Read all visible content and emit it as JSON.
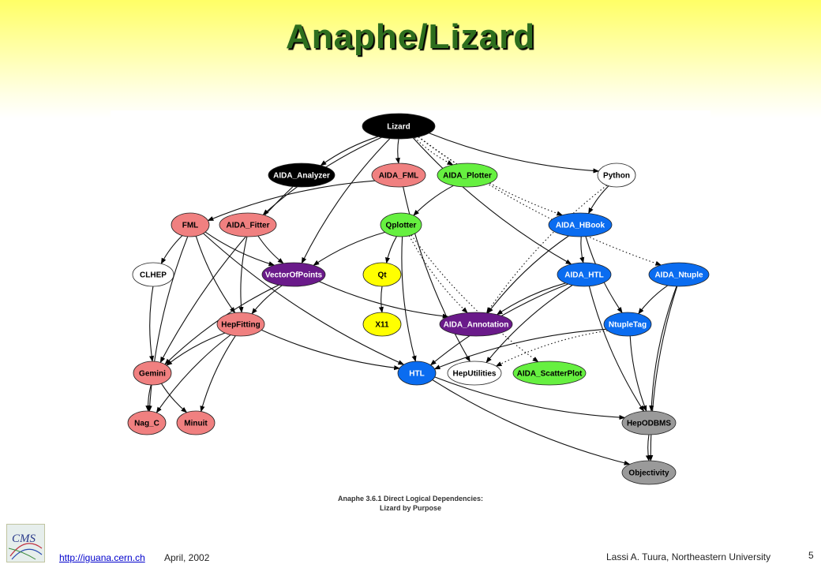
{
  "title": "Anaphe/Lizard",
  "caption": {
    "line1": "Anaphe 3.6.1 Direct Logical Dependencies:",
    "line2": "Lizard by Purpose"
  },
  "footer": {
    "url": "http://iguana.cern.ch",
    "date": "April, 2002",
    "author": "Lassi A. Tuura,  Northeastern University",
    "page": "5"
  },
  "logo_text": "CMS",
  "colors": {
    "black": "#000000",
    "red": "#f08080",
    "green": "#66f040",
    "yellow": "#ffff00",
    "blue": "#0a6cf0",
    "purple": "#6a1a8a",
    "gray": "#9a9a9a",
    "white": "#ffffff"
  },
  "nodes": [
    {
      "id": "lizard",
      "label": "Lizard",
      "color": "black"
    },
    {
      "id": "aida_analyzer",
      "label": "AIDA_Analyzer",
      "color": "black"
    },
    {
      "id": "aida_fml",
      "label": "AIDA_FML",
      "color": "red"
    },
    {
      "id": "aida_plotter",
      "label": "AIDA_Plotter",
      "color": "green"
    },
    {
      "id": "python",
      "label": "Python",
      "color": "white"
    },
    {
      "id": "fml",
      "label": "FML",
      "color": "red"
    },
    {
      "id": "aida_fitter",
      "label": "AIDA_Fitter",
      "color": "red"
    },
    {
      "id": "qplotter",
      "label": "Qplotter",
      "color": "green"
    },
    {
      "id": "aida_hbook",
      "label": "AIDA_HBook",
      "color": "blue"
    },
    {
      "id": "clhep",
      "label": "CLHEP",
      "color": "white"
    },
    {
      "id": "vectorofpoints",
      "label": "VectorOfPoints",
      "color": "purple"
    },
    {
      "id": "qt",
      "label": "Qt",
      "color": "yellow"
    },
    {
      "id": "aida_htl",
      "label": "AIDA_HTL",
      "color": "blue"
    },
    {
      "id": "aida_ntuple",
      "label": "AIDA_Ntuple",
      "color": "blue"
    },
    {
      "id": "hepfitting",
      "label": "HepFitting",
      "color": "red"
    },
    {
      "id": "x11",
      "label": "X11",
      "color": "yellow"
    },
    {
      "id": "aida_annotation",
      "label": "AIDA_Annotation",
      "color": "purple"
    },
    {
      "id": "ntupletag",
      "label": "NtupleTag",
      "color": "blue"
    },
    {
      "id": "gemini",
      "label": "Gemini",
      "color": "red"
    },
    {
      "id": "htl",
      "label": "HTL",
      "color": "blue"
    },
    {
      "id": "heputilities",
      "label": "HepUtilities",
      "color": "white"
    },
    {
      "id": "aida_scatterplot",
      "label": "AIDA_ScatterPlot",
      "color": "green"
    },
    {
      "id": "nag_c",
      "label": "Nag_C",
      "color": "red"
    },
    {
      "id": "minuit",
      "label": "Minuit",
      "color": "red"
    },
    {
      "id": "hepodbms",
      "label": "HepODBMS",
      "color": "gray"
    },
    {
      "id": "objectivity",
      "label": "Objectivity",
      "color": "gray"
    }
  ],
  "edges": [
    {
      "from": "lizard",
      "to": "aida_analyzer",
      "style": "solid"
    },
    {
      "from": "lizard",
      "to": "aida_fml",
      "style": "solid"
    },
    {
      "from": "lizard",
      "to": "aida_plotter",
      "style": "dotted"
    },
    {
      "from": "lizard",
      "to": "python",
      "style": "solid"
    },
    {
      "from": "lizard",
      "to": "aida_fitter",
      "style": "solid"
    },
    {
      "from": "lizard",
      "to": "vectorofpoints",
      "style": "solid"
    },
    {
      "from": "lizard",
      "to": "aida_hbook",
      "style": "dotted"
    },
    {
      "from": "lizard",
      "to": "aida_htl",
      "style": "solid"
    },
    {
      "from": "lizard",
      "to": "aida_ntuple",
      "style": "dotted"
    },
    {
      "from": "aida_fml",
      "to": "fml",
      "style": "solid"
    },
    {
      "from": "aida_fml",
      "to": "heputilities",
      "style": "solid"
    },
    {
      "from": "aida_plotter",
      "to": "qplotter",
      "style": "solid"
    },
    {
      "from": "python",
      "to": "aida_annotation",
      "style": "dotted"
    },
    {
      "from": "python",
      "to": "aida_hbook",
      "style": "solid"
    },
    {
      "from": "fml",
      "to": "clhep",
      "style": "solid"
    },
    {
      "from": "fml",
      "to": "vectorofpoints",
      "style": "solid"
    },
    {
      "from": "fml",
      "to": "hepfitting",
      "style": "solid"
    },
    {
      "from": "fml",
      "to": "nag_c",
      "style": "solid"
    },
    {
      "from": "fml",
      "to": "htl",
      "style": "solid"
    },
    {
      "from": "aida_fitter",
      "to": "vectorofpoints",
      "style": "solid"
    },
    {
      "from": "aida_fitter",
      "to": "hepfitting",
      "style": "solid"
    },
    {
      "from": "qplotter",
      "to": "vectorofpoints",
      "style": "solid"
    },
    {
      "from": "qplotter",
      "to": "qt",
      "style": "solid"
    },
    {
      "from": "qplotter",
      "to": "htl",
      "style": "solid"
    },
    {
      "from": "qplotter",
      "to": "aida_annotation",
      "style": "dotted"
    },
    {
      "from": "qplotter",
      "to": "aida_scatterplot",
      "style": "dotted"
    },
    {
      "from": "aida_hbook",
      "to": "aida_annotation",
      "style": "solid"
    },
    {
      "from": "aida_hbook",
      "to": "aida_htl",
      "style": "solid"
    },
    {
      "from": "aida_hbook",
      "to": "ntupletag",
      "style": "solid"
    },
    {
      "from": "vectorofpoints",
      "to": "hepfitting",
      "style": "solid"
    },
    {
      "from": "vectorofpoints",
      "to": "aida_annotation",
      "style": "solid"
    },
    {
      "from": "vectorofpoints",
      "to": "gemini",
      "style": "solid"
    },
    {
      "from": "qt",
      "to": "x11",
      "style": "solid"
    },
    {
      "from": "aida_htl",
      "to": "aida_annotation",
      "style": "solid"
    },
    {
      "from": "aida_htl",
      "to": "htl",
      "style": "solid"
    },
    {
      "from": "aida_htl",
      "to": "heputilities",
      "style": "solid"
    },
    {
      "from": "aida_htl",
      "to": "hepodbms",
      "style": "solid"
    },
    {
      "from": "aida_ntuple",
      "to": "ntupletag",
      "style": "solid"
    },
    {
      "from": "aida_ntuple",
      "to": "objectivity",
      "style": "solid"
    },
    {
      "from": "aida_ntuple",
      "to": "hepodbms",
      "style": "solid"
    },
    {
      "from": "hepfitting",
      "to": "gemini",
      "style": "solid"
    },
    {
      "from": "hepfitting",
      "to": "htl",
      "style": "solid"
    },
    {
      "from": "hepfitting",
      "to": "nag_c",
      "style": "solid"
    },
    {
      "from": "hepfitting",
      "to": "minuit",
      "style": "solid"
    },
    {
      "from": "ntupletag",
      "to": "hepodbms",
      "style": "solid"
    },
    {
      "from": "ntupletag",
      "to": "heputilities",
      "style": "dotted"
    },
    {
      "from": "ntupletag",
      "to": "htl",
      "style": "solid"
    },
    {
      "from": "gemini",
      "to": "nag_c",
      "style": "solid"
    },
    {
      "from": "gemini",
      "to": "minuit",
      "style": "solid"
    },
    {
      "from": "htl",
      "to": "hepodbms",
      "style": "solid"
    },
    {
      "from": "htl",
      "to": "objectivity",
      "style": "solid"
    },
    {
      "from": "hepodbms",
      "to": "objectivity",
      "style": "solid"
    },
    {
      "from": "clhep",
      "to": "gemini",
      "style": "solid"
    },
    {
      "from": "aida_analyzer",
      "to": "gemini",
      "style": "solid"
    }
  ]
}
